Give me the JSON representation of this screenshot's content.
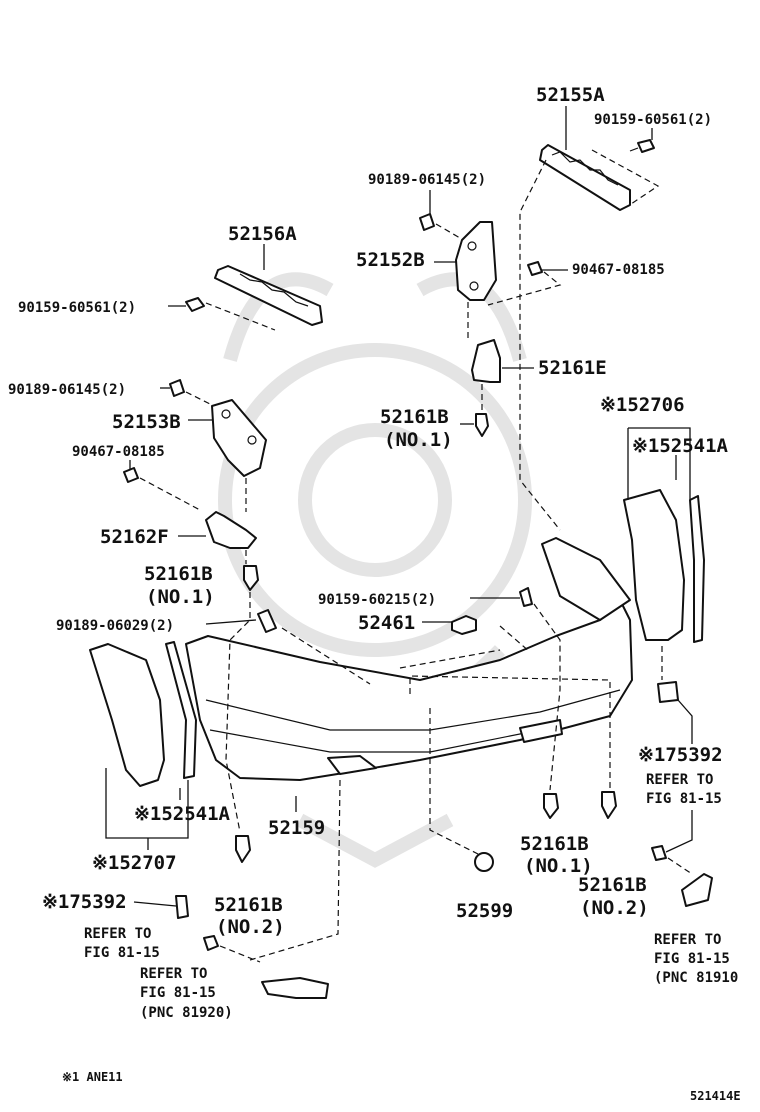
{
  "labels": {
    "p52155A": "52155A",
    "b90159_60561_top": "90159-60561(2)",
    "b90189_06145_top": "90189-06145(2)",
    "p52156A": "52156A",
    "p52152B": "52152B",
    "b90467_08185_right": "90467-08185",
    "b90159_60561_left": "90159-60561(2)",
    "p52161E": "52161E",
    "b90189_06145_left": "90189-06145(2)",
    "p52153B": "52153B",
    "p52161B_no1_upper": "52161B",
    "p52161B_no1_upper_sub": "(NO.1)",
    "b90467_08185_left": "90467-08185",
    "p52706": "※152706",
    "p52541A_right": "※152541A",
    "p52162F": "52162F",
    "p52161B_no1_left": "52161B",
    "p52161B_no1_left_sub": "(NO.1)",
    "b90159_60215": "90159-60215(2)",
    "b90189_06029": "90189-06029(2)",
    "p52461": "52461",
    "p75392_right": "※175392",
    "refer_right_a_1": "REFER TO",
    "refer_right_a_2": "FIG 81-15",
    "p52541A_left": "※152541A",
    "p52159": "52159",
    "p52161B_no1_mid": "52161B",
    "p52161B_no1_mid_sub": "(NO.1)",
    "p52707": "※152707",
    "p52161B_no2_right": "52161B",
    "p52161B_no2_right_sub": "(NO.2)",
    "p52599": "52599",
    "p75392_left": "※175392",
    "p52161B_no2_left": "52161B",
    "p52161B_no2_left_sub": "(NO.2)",
    "refer_left_a_1": "REFER TO",
    "refer_left_a_2": "FIG 81-15",
    "refer_right_b_1": "REFER TO",
    "refer_right_b_2": "FIG 81-15",
    "refer_right_b_3": "(PNC 81910",
    "refer_left_b_1": "REFER TO",
    "refer_left_b_2": "FIG 81-15",
    "refer_left_b_3": "(PNC 81920)",
    "footnote": "※1 ANE11",
    "figure_code": "521414E"
  }
}
